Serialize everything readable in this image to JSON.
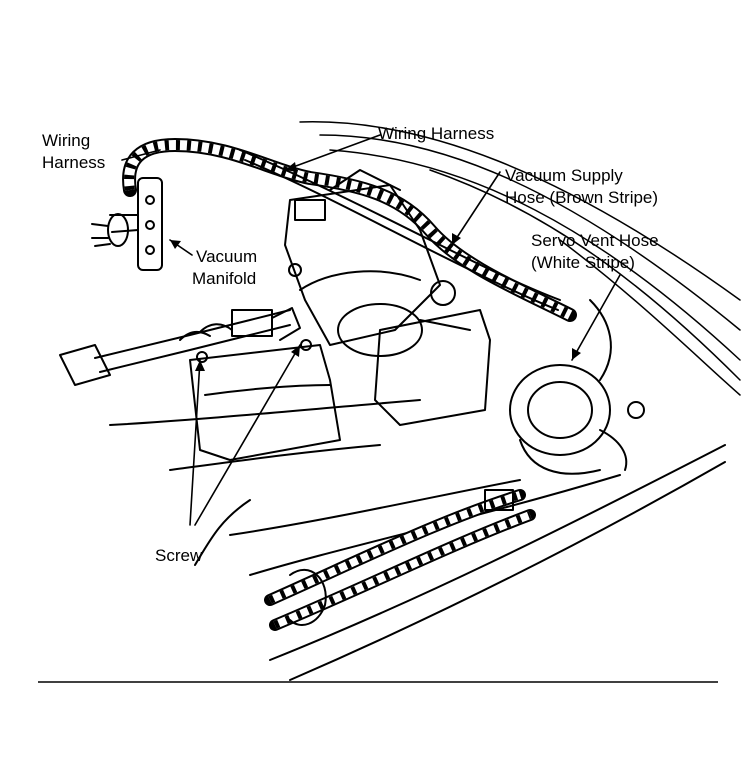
{
  "labels": {
    "wiring_harness_left_l1": "Wiring",
    "wiring_harness_left_l2": "Harness",
    "wiring_harness_top": "Wiring Harness",
    "vacuum_supply_l1": "Vacuum Supply",
    "vacuum_supply_l2": "Hose (Brown Stripe)",
    "servo_vent_l1": "Servo Vent Hose",
    "servo_vent_l2": "(White Stripe)",
    "vacuum_manifold_l1": "Vacuum",
    "vacuum_manifold_l2": "Manifold",
    "screw": "Screw"
  },
  "colors": {
    "ink": "#000000",
    "background": "#ffffff"
  }
}
